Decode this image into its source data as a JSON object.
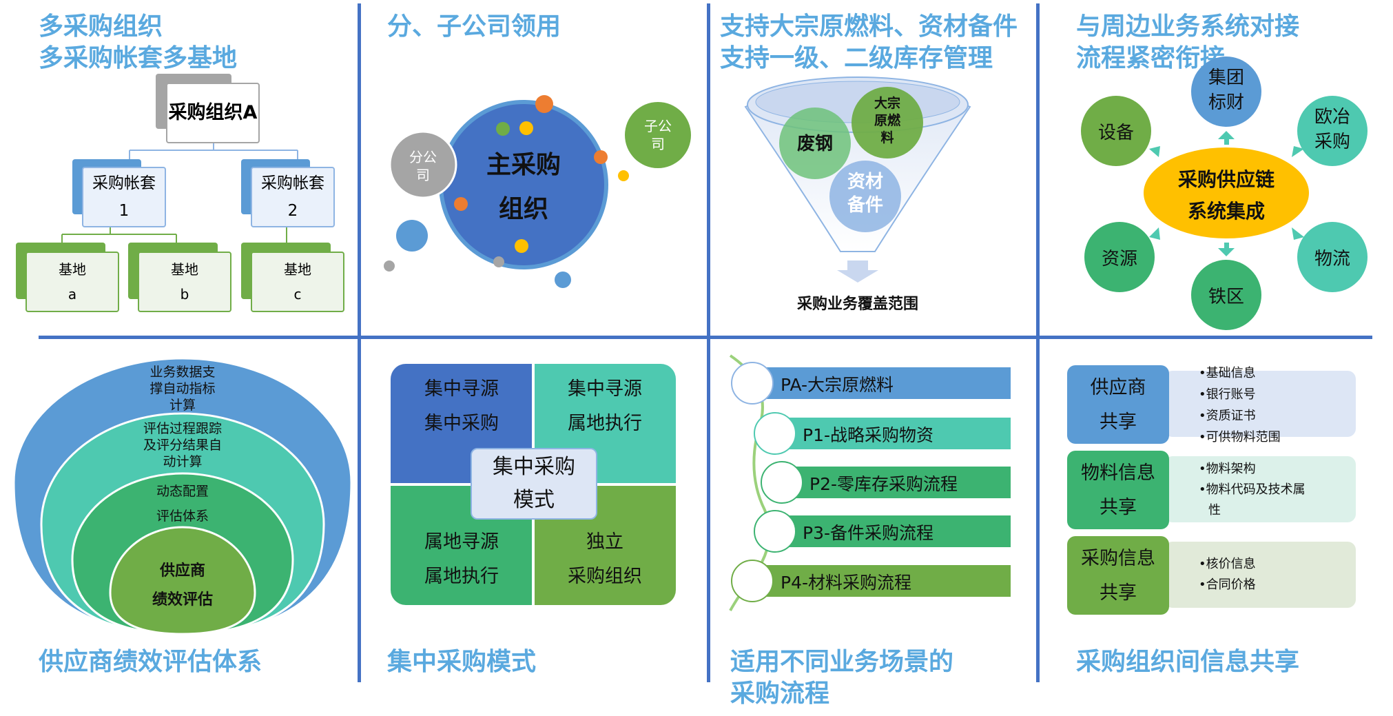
{
  "colors": {
    "title": "#5aa9df",
    "divider": "#4472c4",
    "blue": "#4472c4",
    "lightblue": "#5b9bd5",
    "teal": "#4ec9b0",
    "green": "#3cb371",
    "olive": "#70ad47",
    "yellow": "#ffc000",
    "orange": "#ed7d31",
    "gray": "#a5a5a5"
  },
  "panel1": {
    "title": [
      "多采购组织",
      "多采购帐套多基地"
    ],
    "org": "采购组织A",
    "books": [
      {
        "label": "采购帐套",
        "num": "1"
      },
      {
        "label": "采购帐套",
        "num": "2"
      }
    ],
    "bases": [
      {
        "label": "基地",
        "id": "a"
      },
      {
        "label": "基地",
        "id": "b"
      },
      {
        "label": "基地",
        "id": "c"
      }
    ]
  },
  "panel2": {
    "title": "分、子公司领用",
    "main": [
      "主采购",
      "组织"
    ],
    "branch": [
      "分公",
      "司"
    ],
    "sub": [
      "子公",
      "司"
    ]
  },
  "panel3": {
    "title": [
      "支持大宗原燃料、资材备件",
      "支持一级、二级库存管理"
    ],
    "scrap": "废钢",
    "bulk": [
      "大宗",
      "原燃",
      "料"
    ],
    "spares": [
      "资材",
      "备件"
    ],
    "caption": "采购业务覆盖范围"
  },
  "panel4": {
    "title": [
      "与周边业务系统对接",
      "流程紧密衔接"
    ],
    "center": [
      "采购供应链",
      "系统集成"
    ],
    "nodes": {
      "group": [
        "集团",
        "标财"
      ],
      "equip": "设备",
      "euye": [
        "欧冶",
        "采购"
      ],
      "resource": "资源",
      "logistics": "物流",
      "rail": "铁区"
    }
  },
  "panel5": {
    "title": "供应商绩效评估体系",
    "rings": [
      [
        "业务数据支",
        "撑自动指标",
        "计算"
      ],
      [
        "评估过程跟踪",
        "及评分结果自",
        "动计算"
      ],
      [
        "动态配置",
        "评估体系"
      ],
      [
        "供应商",
        "绩效评估"
      ]
    ]
  },
  "panel6": {
    "title": "集中采购模式",
    "q1": [
      "集中寻源",
      "集中采购"
    ],
    "q2": [
      "集中寻源",
      "属地执行"
    ],
    "q3": [
      "属地寻源",
      "属地执行"
    ],
    "q4": [
      "独立",
      "采购组织"
    ],
    "center": [
      "集中采购",
      "模式"
    ]
  },
  "panel7": {
    "title": [
      "适用不同业务场景的",
      "采购流程"
    ],
    "items": [
      "PA-大宗原燃料",
      "P1-战略采购物资",
      "P2-零库存采购流程",
      "P3-备件采购流程",
      "P4-材料采购流程"
    ]
  },
  "panel8": {
    "title": "采购组织间信息共享",
    "rows": [
      {
        "label": [
          "供应商",
          "共享"
        ],
        "bullets": [
          "•基础信息",
          "•银行账号",
          "•资质证书",
          "•可供物料范围"
        ]
      },
      {
        "label": [
          "物料信息",
          "共享"
        ],
        "bullets": [
          "•物料架构",
          "•物料代码及技术属",
          "性"
        ]
      },
      {
        "label": [
          "采购信息",
          "共享"
        ],
        "bullets": [
          "•核价信息",
          "•合同价格"
        ]
      }
    ]
  }
}
